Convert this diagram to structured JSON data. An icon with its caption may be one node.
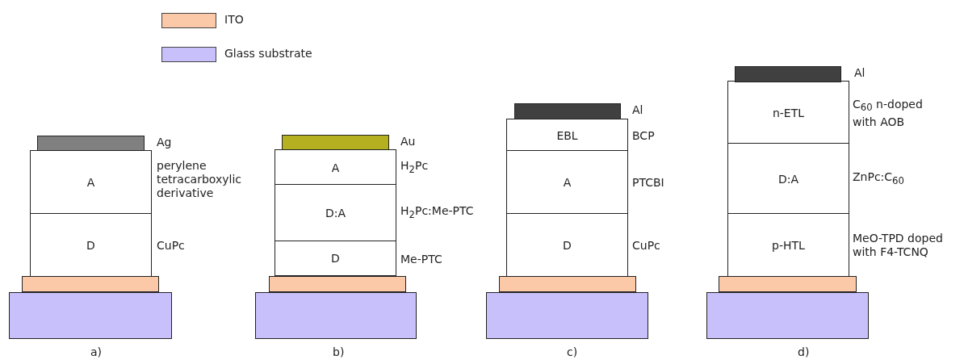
{
  "diagram": {
    "nodes": [
      {
        "text": [],
        "shape": "bar"
      },
      {
        "text": [
          "A"
        ],
        "beside": [
          "perylene tetracarboxylic derivative"
        ]
      },
      {
        "text": [
          "D"
        ],
        "beside": [
          "CuPc"
        ]
      },
      {
        "text": [],
        "shape": "bar"
      },
      {
        "text": [],
        "shape": "bar"
      },
      {
        "text": [],
        "shape": "bar"
      },
      {
        "text": [
          "A"
        ],
        "beside": [
          "H$_{2}$Pc"
        ]
      },
      {
        "text": [
          "D:A"
        ],
        "beside": [
          "H$_{2}$Pc:Me-PTC"
        ]
      },
      {
        "text": [
          "D"
        ],
        "beside": [
          "Me-PTC"
        ]
      },
      {
        "text": [],
        "shape": "bar"
      },
      {
        "text": [],
        "shape": "bar"
      },
      {
        "text": [],
        "shape": "bar"
      },
      {
        "text": [
          "EBL"
        ],
        "beside": [
          "BCP"
        ]
      },
      {
        "text": [
          "A"
        ],
        "beside": [
          "PTCBI"
        ]
      },
      {
        "text": [
          "D"
        ],
        "beside": [
          "CuPc"
        ]
      },
      {
        "text": [],
        "shape": "bar"
      },
      {
        "text": [],
        "shape": "bar"
      },
      {
        "text": [],
        "shape": "bar"
      },
      {
        "text": [
          "n-ETL"
        ],
        "beside": [
          "C$_{60}$ n-doped with AOB"
        ]
      },
      {
        "text": [
          "D:A"
        ],
        "beside": [
          "ZnPc:C$_{60}$"
        ]
      },
      {
        "text": [
          "p-HTL"
        ],
        "beside": [
          "MeO-TPD doped with F4-TCNQ"
        ]
      },
      {
        "text": [],
        "shape": "bar"
      },
      {
        "text": [],
        "shape": "bar"
      }
    ],
    "labels": [
      "Al",
      "Al",
      "Au",
      "Ag",
      "a)",
      "b)",
      "c)",
      "d)"
    ],
    "legend": [
      {
        "text": "ITO",
        "color": "#fbc8a8"
      },
      {
        "text": "Glass substrate",
        "color": "#c8c0fb"
      }
    ]
  }
}
